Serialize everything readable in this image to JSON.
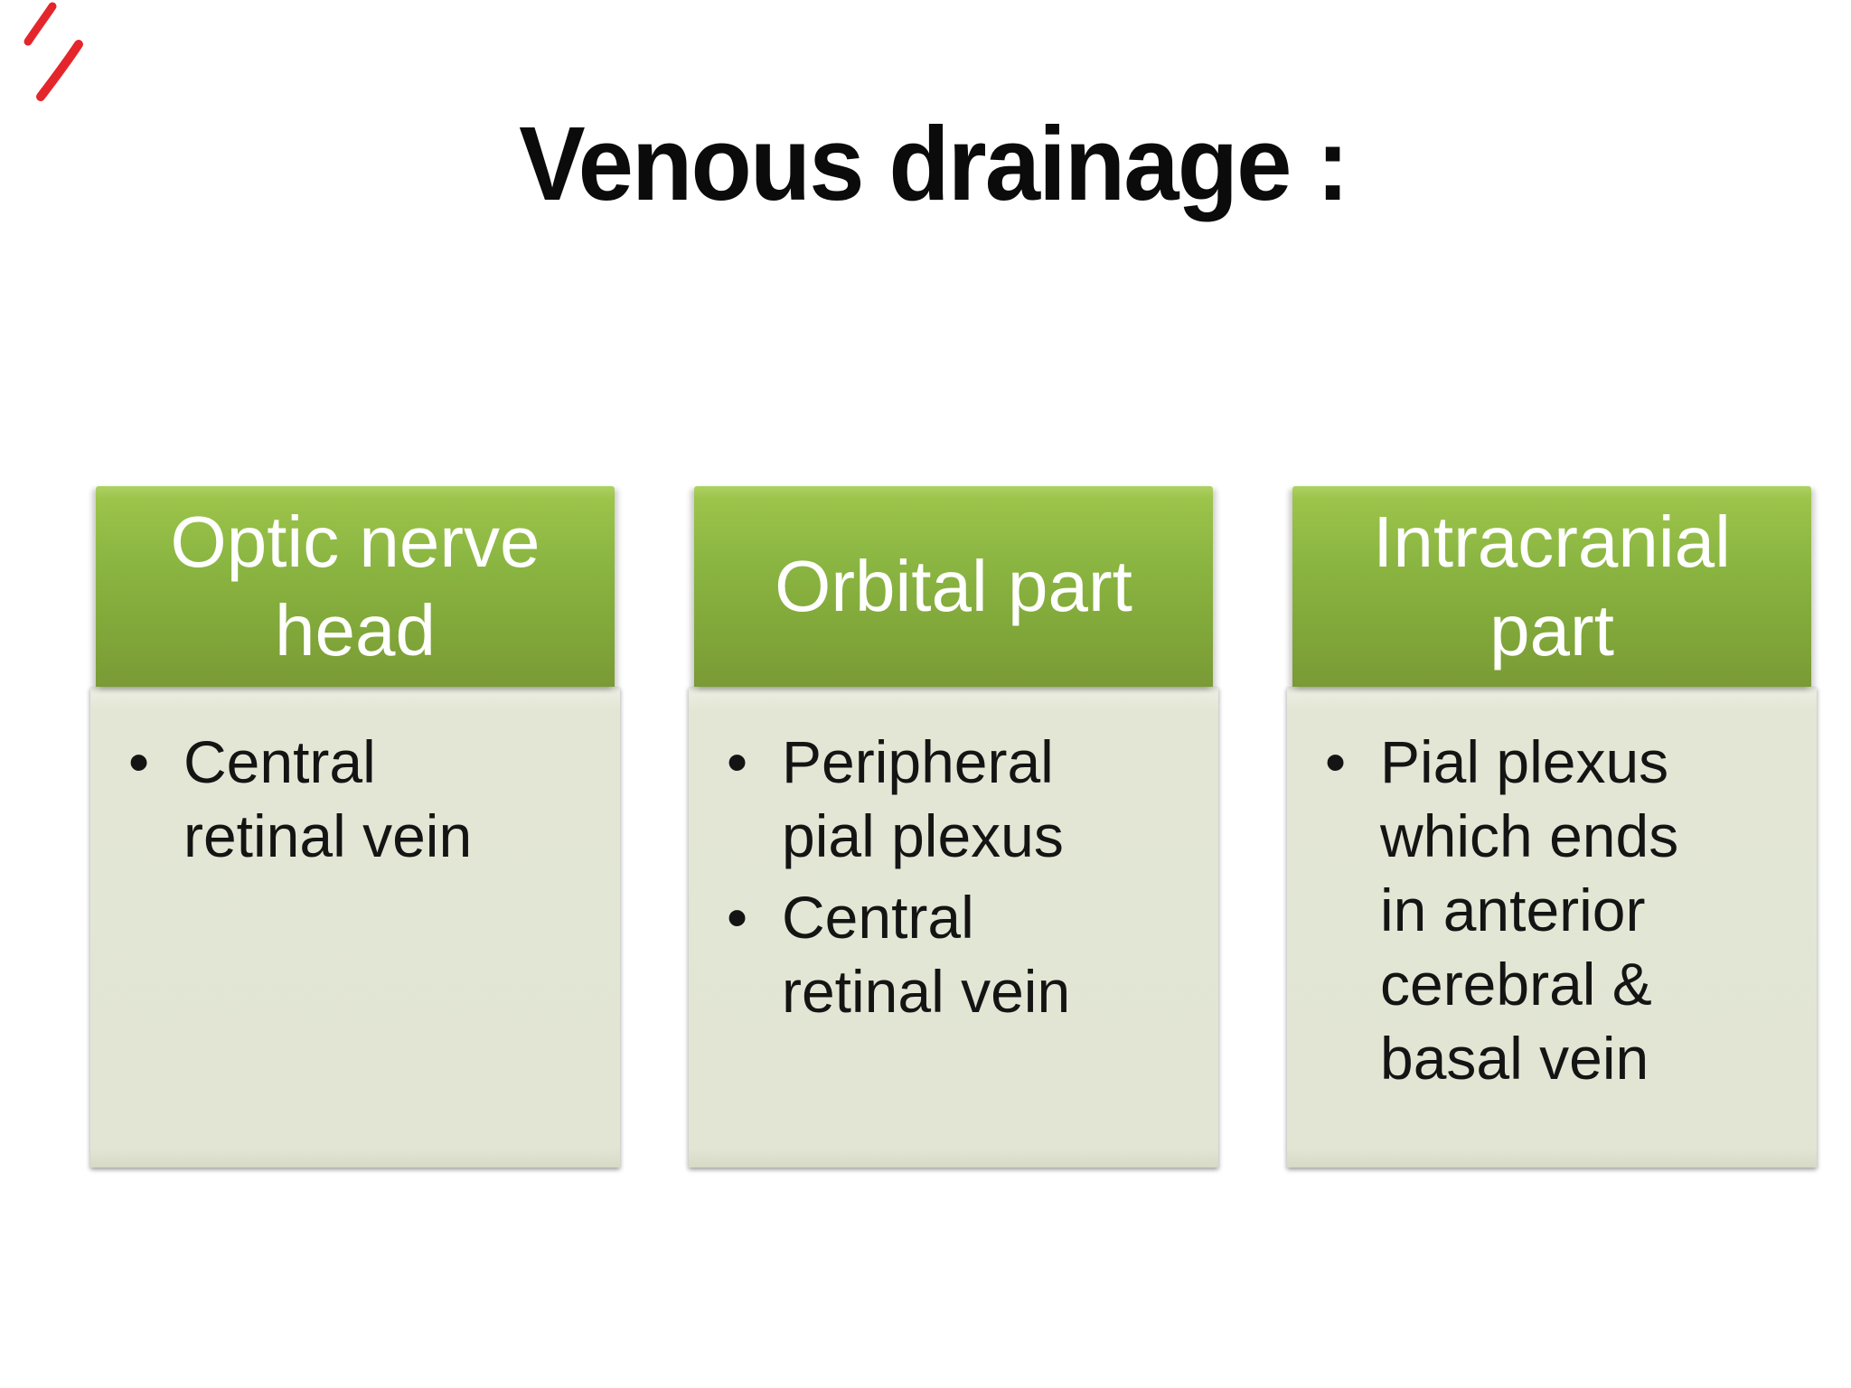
{
  "slide": {
    "title": "Venous drainage :"
  },
  "columns": [
    {
      "id": "optic-nerve-head",
      "header": "Optic nerve\nhead",
      "bullets": [
        "Central\nretinal vein"
      ]
    },
    {
      "id": "orbital-part",
      "header": "Orbital part",
      "bullets": [
        "Peripheral\npial plexus",
        "Central\nretinal vein"
      ]
    },
    {
      "id": "intracranial-part",
      "header": "Intracranial\npart",
      "bullets": [
        "Pial plexus\nwhich ends\nin anterior\ncerebral &\nbasal vein"
      ]
    }
  ],
  "glyphs": {
    "bullet": "•"
  },
  "annotation": {
    "description": "red pen strokes, top-left corner"
  },
  "colors": {
    "page_background": "#ffffff",
    "title_color": "#0b0b0b",
    "header_gradient_highlight": "#aed264",
    "header_gradient_top": "#9dc44b",
    "header_gradient_bottom": "#7a9a35",
    "header_text": "#ffffff",
    "body_background": "#e3e6d4",
    "body_text": "#141414",
    "pen_mark": "#e4262c"
  }
}
